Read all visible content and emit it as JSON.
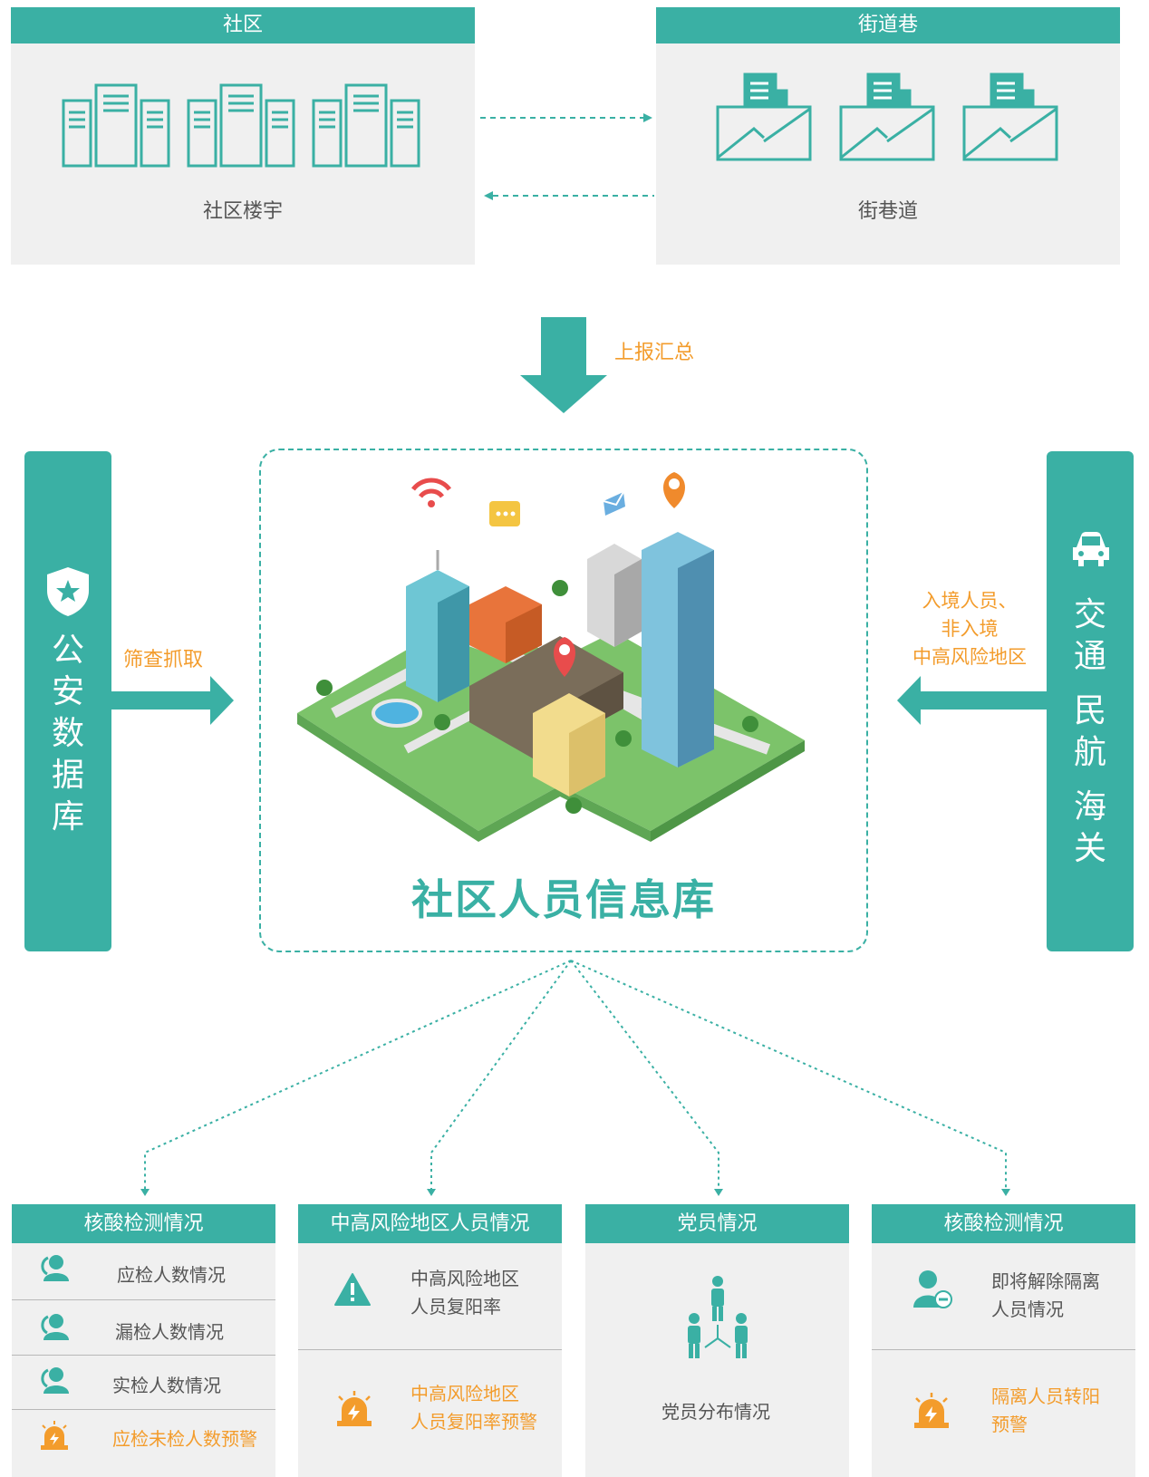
{
  "top": {
    "community": {
      "header": "社区",
      "caption": "社区楼宇"
    },
    "streets": {
      "header": "街道巷",
      "caption": "街巷道"
    }
  },
  "report_label": "上报汇总",
  "left_source": {
    "title_chars": [
      "公",
      "安",
      "数",
      "据",
      "库"
    ],
    "arrow_label": "筛查抓取"
  },
  "right_source": {
    "title_groups": [
      [
        "交",
        "通"
      ],
      [
        "民",
        "航"
      ],
      [
        "海",
        "关"
      ]
    ],
    "arrow_label_lines": [
      "入境人员、",
      "非入境",
      "中高风险地区"
    ]
  },
  "center": {
    "title": "社区人员信息库"
  },
  "cards": [
    {
      "header": "核酸检测情况",
      "rows": [
        {
          "icon": "person-icon",
          "label": "应检人数情况",
          "warn": false
        },
        {
          "icon": "person-icon",
          "label": "漏检人数情况",
          "warn": false
        },
        {
          "icon": "person-icon",
          "label": "实检人数情况",
          "warn": false
        },
        {
          "icon": "alarm-icon",
          "label": "应检未检人数预警",
          "warn": true
        }
      ]
    },
    {
      "header": "中高风险地区人员情况",
      "rows": [
        {
          "icon": "warning-icon",
          "lines": [
            "中高风险地区",
            "人员复阳率"
          ],
          "warn": false
        },
        {
          "icon": "alarm-icon",
          "lines": [
            "中高风险地区",
            "人员复阳率预警"
          ],
          "warn": true
        }
      ]
    },
    {
      "header": "党员情况",
      "rows": [
        {
          "icon": "people-network-icon",
          "label": "党员分布情况",
          "warn": false
        }
      ]
    },
    {
      "header": "核酸检测情况",
      "rows": [
        {
          "icon": "person-minus-icon",
          "lines": [
            "即将解除隔离",
            "人员情况"
          ],
          "warn": false
        },
        {
          "icon": "alarm-icon",
          "lines": [
            "隔离人员转阳",
            "预警"
          ],
          "warn": true
        }
      ]
    }
  ],
  "colors": {
    "teal": "#3ab0a4",
    "orange": "#f39c2c",
    "panel": "#f0f0f0"
  }
}
